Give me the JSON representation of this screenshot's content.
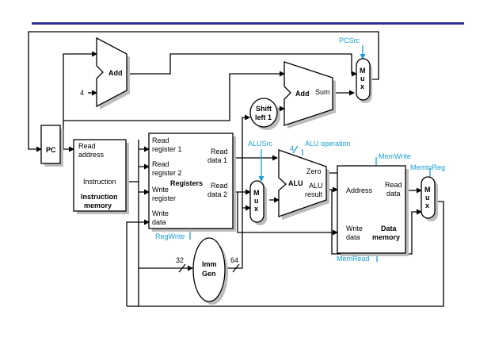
{
  "header_bar_color": "#2e3192",
  "control_color": "#1aa0d8",
  "units": {
    "pc": "PC",
    "instruction_memory": {
      "read_address": [
        "Read",
        "address"
      ],
      "instruction_port": "Instruction",
      "name": [
        "Instruction",
        "memory"
      ]
    },
    "registers": {
      "read_register_1": [
        "Read",
        "register 1"
      ],
      "read_register_2": [
        "Read",
        "register 2"
      ],
      "write_register": [
        "Write",
        "register"
      ],
      "write_data": [
        "Write",
        "data"
      ],
      "read_data_1": [
        "Read",
        "data 1"
      ],
      "read_data_2": [
        "Read",
        "data 2"
      ],
      "name": "Registers"
    },
    "adder_pc": "Add",
    "constant_four": "4",
    "adder_branch": {
      "name": "Add",
      "output": "Sum"
    },
    "shift_left": [
      "Shift",
      "left 1"
    ],
    "imm_gen": {
      "name": [
        "Imm",
        "Gen"
      ],
      "in_width": "32",
      "out_width": "64"
    },
    "alu": {
      "name": "ALU",
      "zero": "Zero",
      "result": [
        "ALU",
        "result"
      ],
      "operation_width": "4"
    },
    "data_memory": {
      "address": "Address",
      "write_data": [
        "Write",
        "data"
      ],
      "read_data": [
        "Read",
        "data"
      ],
      "name": [
        "Data",
        "memory"
      ]
    },
    "mux_letters": [
      "M",
      "u",
      "x"
    ]
  },
  "control_signals": {
    "pcsrc": "PCSrc",
    "alusrc": "ALUSrc",
    "alu_operation": "ALU operation",
    "memwrite": "MemWrite",
    "memtoreg": "MemtoReg",
    "regwrite": "RegWrite",
    "memread": "MemRead"
  }
}
